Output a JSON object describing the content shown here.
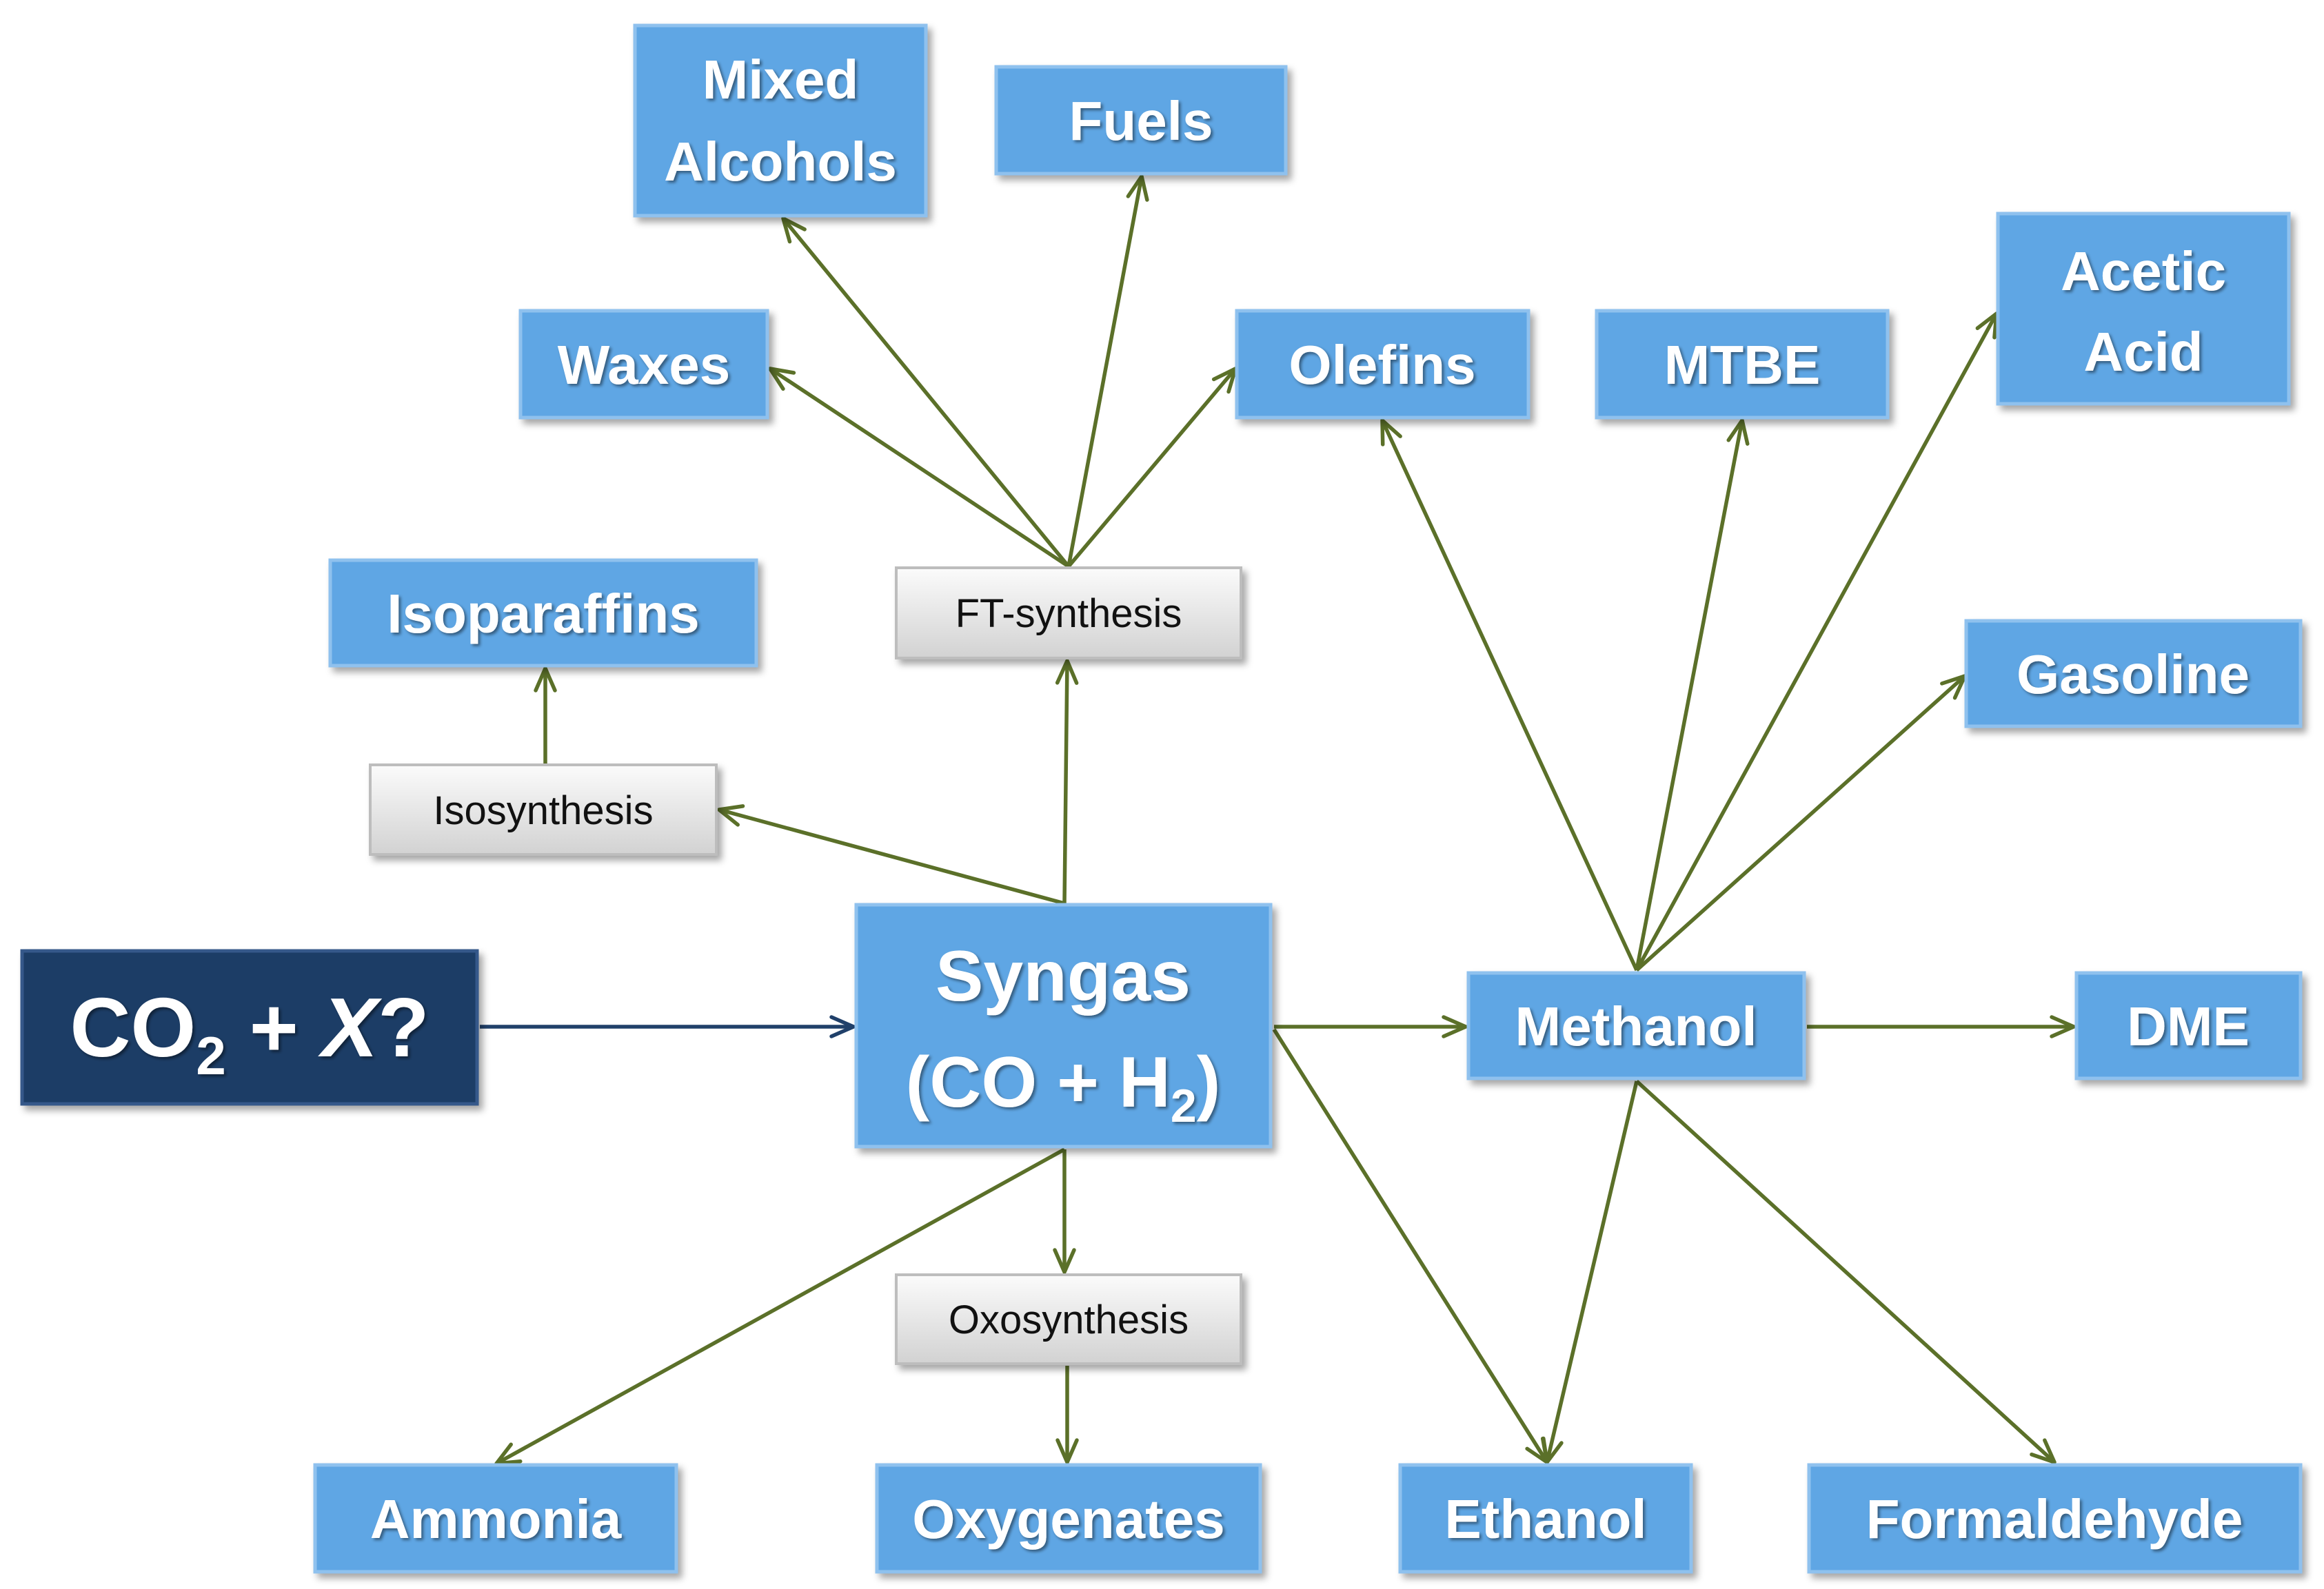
{
  "diagram": {
    "source": {
      "formula": "CO",
      "subscript": "2",
      "operator": " + ",
      "variable": "X",
      "suffix": "?"
    },
    "hub": {
      "line1": "Syngas",
      "line2_pre": "(CO + H",
      "line2_sub": "2",
      "line2_post": ")"
    },
    "processes": {
      "ft": "FT-synthesis",
      "iso": "Isosynthesis",
      "oxo": "Oxosynthesis"
    },
    "products": {
      "mixed_alcohols": [
        "Mixed",
        "Alcohols"
      ],
      "fuels": "Fuels",
      "waxes": "Waxes",
      "olefins": "Olefins",
      "mtbe": "MTBE",
      "acetic_acid": [
        "Acetic",
        "Acid"
      ],
      "isoparaffins": "Isoparaffins",
      "gasoline": "Gasoline",
      "methanol": "Methanol",
      "dme": "DME",
      "ammonia": "Ammonia",
      "oxygenates": "Oxygenates",
      "ethanol": "Ethanol",
      "formaldehyde": "Formaldehyde"
    }
  },
  "colors": {
    "product-fill": "#5fa6e4",
    "product-stroke": "#8fc1ee",
    "process-top": "#fbfbfb",
    "process-bottom": "#d2d2d2",
    "source-fill": "#1e3c66",
    "arrow": "#5b7029",
    "source-arrow": "#20406a",
    "label": "#ffffff",
    "process-label": "#111111"
  }
}
